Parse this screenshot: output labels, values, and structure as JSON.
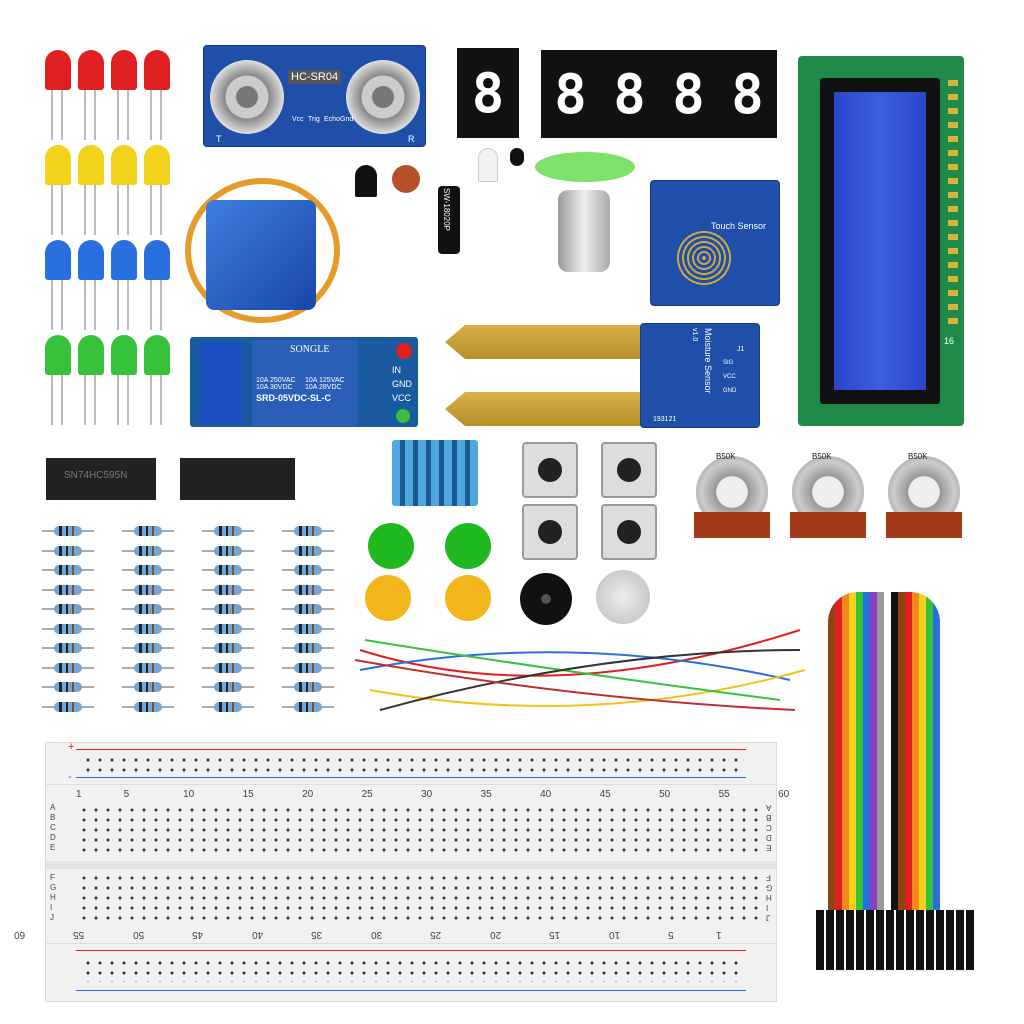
{
  "ultrasonic": {
    "model": "HC-SR04",
    "pins": [
      "Vcc",
      "Trig",
      "Echo",
      "Gnd"
    ],
    "t": "T",
    "r": "R"
  },
  "relay": {
    "brand": "SONGLE",
    "ratings": [
      "10A 250VAC",
      "10A 125VAC",
      "10A 30VDC",
      "10A 28VDC"
    ],
    "model": "SRD-05VDC-SL-C",
    "pins": [
      "IN",
      "GND",
      "VCC"
    ]
  },
  "touch": {
    "label": "Touch Sensor"
  },
  "moisture": {
    "label": "Moisture Sensor",
    "version": "v1.0",
    "header": "J1",
    "pins": [
      "SIG",
      "VCC",
      "GND"
    ],
    "code": "193121"
  },
  "tilt": {
    "label": "SW-18020P"
  },
  "ic": {
    "label": "SN74HC595N"
  },
  "pots": [
    "B50K",
    "B50K",
    "B50K"
  ],
  "lcd": {
    "pin_label": "16"
  },
  "breadboard": {
    "numbers": [
      "1",
      "5",
      "10",
      "15",
      "20",
      "25",
      "30",
      "35",
      "40",
      "45",
      "50",
      "55",
      "60"
    ],
    "rows_top": [
      "A",
      "B",
      "C",
      "D",
      "E"
    ],
    "rows_bottom": [
      "F",
      "G",
      "H",
      "I",
      "J"
    ],
    "plus": "+",
    "minus": "-"
  },
  "colors": {
    "pcb": "#1f4fa8",
    "led_red": "#e02020",
    "led_yellow": "#f2d21a",
    "led_blue": "#2a6fe0",
    "led_green": "#36c23a"
  }
}
